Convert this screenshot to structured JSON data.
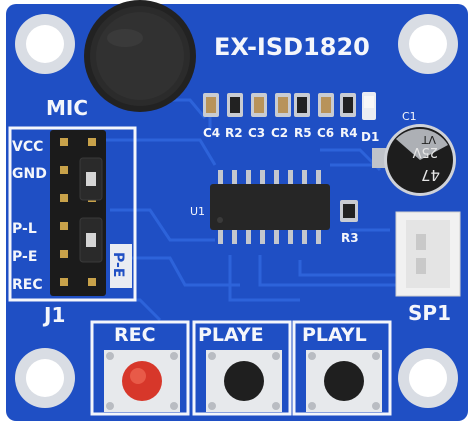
{
  "board": {
    "title": "EX-ISD1820",
    "mic_label": "MIC",
    "header": {
      "label": "J1",
      "pins": [
        "VCC",
        "GND",
        "",
        "P-L",
        "P-E",
        "REC"
      ],
      "jumper_label": "P-E"
    },
    "components": {
      "smd_row": [
        "C4",
        "R2",
        "C3",
        "C2",
        "R5",
        "C6",
        "R4"
      ],
      "diode": "D1",
      "capacitor": {
        "ref": "C1",
        "value": "47",
        "voltage": "25V",
        "suffix": "VT"
      },
      "ic": "U1",
      "resistor": "R3",
      "speaker": "SP1"
    },
    "buttons": [
      {
        "label": "REC",
        "cap_color": "#d7372a"
      },
      {
        "label": "PLAYE",
        "cap_color": "#1f1f1f"
      },
      {
        "label": "PLAYL",
        "cap_color": "#1f1f1f"
      }
    ],
    "colors": {
      "pcb": "#1f4fc4",
      "trace": "#2c62da",
      "silkscreen": "#f4f6fb",
      "pad": "#c9ccd2"
    }
  }
}
